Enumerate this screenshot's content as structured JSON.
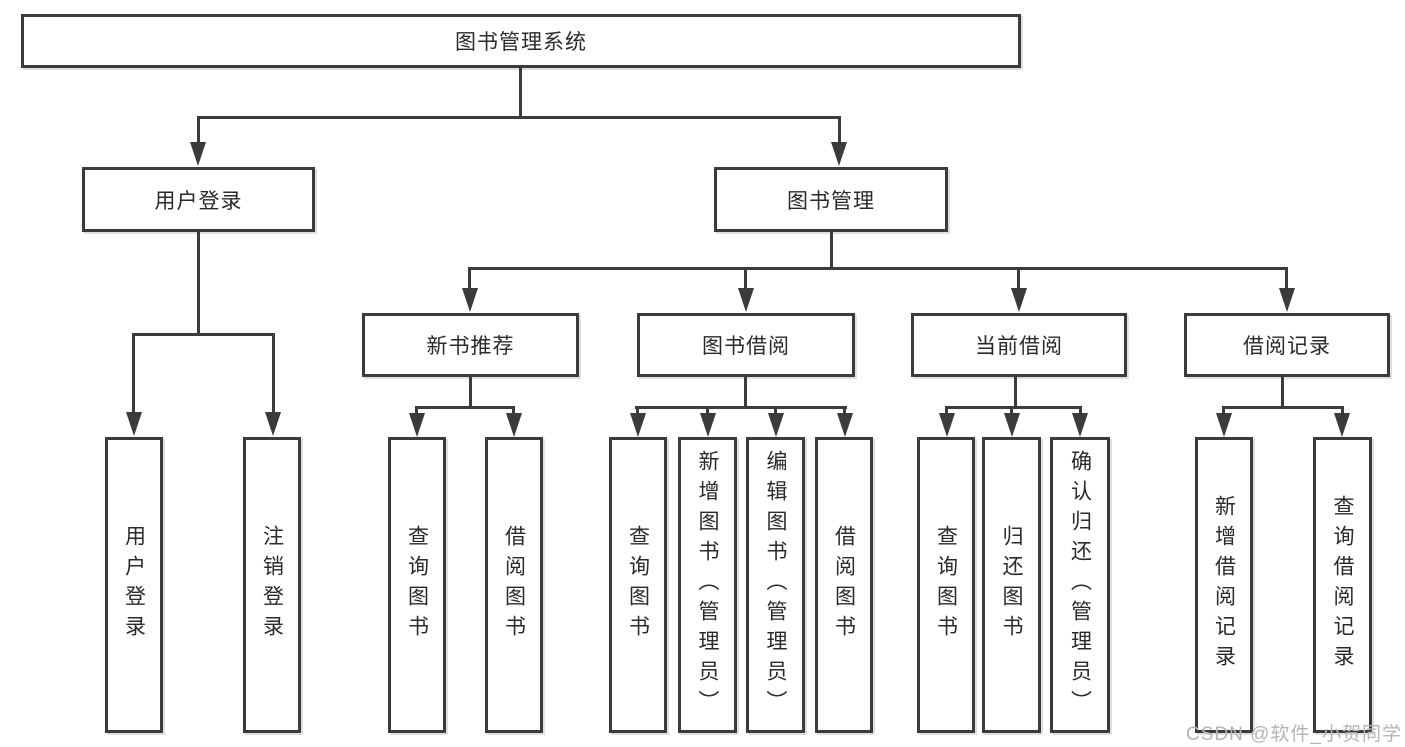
{
  "diagram": {
    "type": "hierarchy-tree",
    "title": "图书管理系统",
    "level2": {
      "user_login": "用户登录",
      "book_management": "图书管理"
    },
    "level3": {
      "new_book_recommendation": "新书推荐",
      "book_borrowing": "图书借阅",
      "current_borrowing": "当前借阅",
      "borrowing_records": "借阅记录"
    },
    "leaves": {
      "user_login": [
        "用户登录",
        "注销登录"
      ],
      "new_book_recommendation": [
        "查询图书",
        "借阅图书"
      ],
      "book_borrowing": [
        "查询图书",
        "新增图书（管理员）",
        "编辑图书（管理员）",
        "借阅图书"
      ],
      "current_borrowing": [
        "查询图书",
        "归还图书",
        "确认归还（管理员）"
      ],
      "borrowing_records": [
        "新增借阅记录",
        "查询借阅记录"
      ]
    }
  },
  "watermark": "CSDN @软件_小贺同学",
  "colors": {
    "line": "#3b3b3b",
    "text": "#2a2a2a",
    "background": "#ffffff",
    "watermark": "#b5b5b5"
  }
}
